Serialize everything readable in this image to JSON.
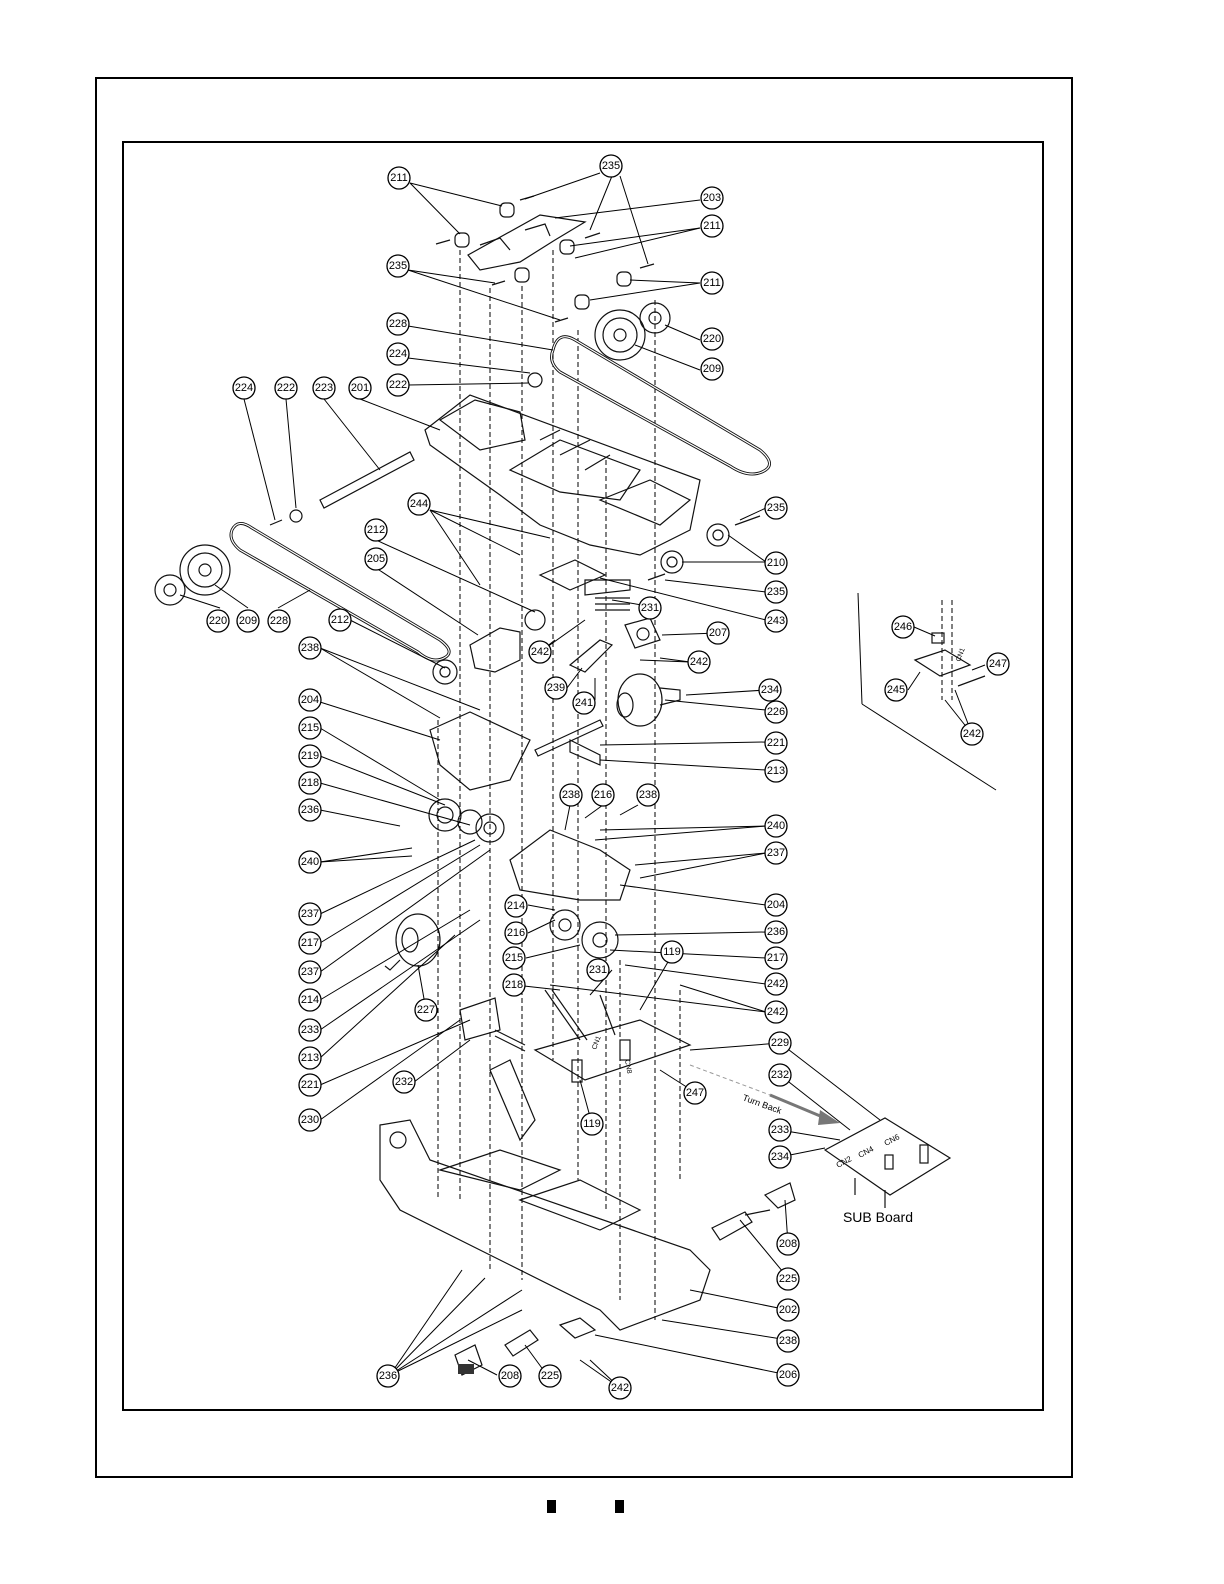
{
  "labels": {
    "sub_board": "SUB Board",
    "turn_back": "Turn Back",
    "cn1_top": "CN1",
    "cn1": "CN1",
    "cn2": "CN2",
    "cn4": "CN4",
    "cn6": "CN6",
    "cn8": "CN8"
  },
  "callouts": [
    {
      "id": "c1",
      "label": "211"
    },
    {
      "id": "c2",
      "label": "235"
    },
    {
      "id": "c3",
      "label": "203"
    },
    {
      "id": "c4",
      "label": "211"
    },
    {
      "id": "c5",
      "label": "235"
    },
    {
      "id": "c6",
      "label": "211"
    },
    {
      "id": "c7",
      "label": "228"
    },
    {
      "id": "c8",
      "label": "220"
    },
    {
      "id": "c9",
      "label": "224"
    },
    {
      "id": "c10",
      "label": "209"
    },
    {
      "id": "c11",
      "label": "222"
    },
    {
      "id": "c12",
      "label": "224"
    },
    {
      "id": "c13",
      "label": "222"
    },
    {
      "id": "c14",
      "label": "223"
    },
    {
      "id": "c15",
      "label": "201"
    },
    {
      "id": "c16",
      "label": "244"
    },
    {
      "id": "c17",
      "label": "235"
    },
    {
      "id": "c18",
      "label": "212"
    },
    {
      "id": "c19",
      "label": "210"
    },
    {
      "id": "c20",
      "label": "205"
    },
    {
      "id": "c21",
      "label": "235"
    },
    {
      "id": "c22",
      "label": "231"
    },
    {
      "id": "c23",
      "label": "243"
    },
    {
      "id": "c24",
      "label": "220"
    },
    {
      "id": "c25",
      "label": "209"
    },
    {
      "id": "c26",
      "label": "228"
    },
    {
      "id": "c27",
      "label": "212"
    },
    {
      "id": "c28",
      "label": "242"
    },
    {
      "id": "c29",
      "label": "207"
    },
    {
      "id": "c30",
      "label": "238"
    },
    {
      "id": "c31",
      "label": "242"
    },
    {
      "id": "c32",
      "label": "239"
    },
    {
      "id": "c33",
      "label": "241"
    },
    {
      "id": "c34",
      "label": "234"
    },
    {
      "id": "c35",
      "label": "204"
    },
    {
      "id": "c36",
      "label": "226"
    },
    {
      "id": "c37",
      "label": "215"
    },
    {
      "id": "c38",
      "label": "221"
    },
    {
      "id": "c39",
      "label": "219"
    },
    {
      "id": "c40",
      "label": "213"
    },
    {
      "id": "c41",
      "label": "218"
    },
    {
      "id": "c42",
      "label": "236"
    },
    {
      "id": "c43",
      "label": "238"
    },
    {
      "id": "c44",
      "label": "216"
    },
    {
      "id": "c45",
      "label": "238"
    },
    {
      "id": "c46",
      "label": "240"
    },
    {
      "id": "c47",
      "label": "240"
    },
    {
      "id": "c48",
      "label": "237"
    },
    {
      "id": "c49",
      "label": "204"
    },
    {
      "id": "c50",
      "label": "237"
    },
    {
      "id": "c51",
      "label": "214"
    },
    {
      "id": "c52",
      "label": "217"
    },
    {
      "id": "c53",
      "label": "216"
    },
    {
      "id": "c54",
      "label": "236"
    },
    {
      "id": "c55",
      "label": "237"
    },
    {
      "id": "c56",
      "label": "215"
    },
    {
      "id": "c57",
      "label": "217"
    },
    {
      "id": "c58",
      "label": "119"
    },
    {
      "id": "c59",
      "label": "214"
    },
    {
      "id": "c60",
      "label": "231"
    },
    {
      "id": "c61",
      "label": "242"
    },
    {
      "id": "c62",
      "label": "218"
    },
    {
      "id": "c63",
      "label": "227"
    },
    {
      "id": "c64",
      "label": "242"
    },
    {
      "id": "c65",
      "label": "233"
    },
    {
      "id": "c66",
      "label": "213"
    },
    {
      "id": "c67",
      "label": "229"
    },
    {
      "id": "c68",
      "label": "232"
    },
    {
      "id": "c69",
      "label": "221"
    },
    {
      "id": "c70",
      "label": "232"
    },
    {
      "id": "c71",
      "label": "247"
    },
    {
      "id": "c72",
      "label": "230"
    },
    {
      "id": "c73",
      "label": "119"
    },
    {
      "id": "c74",
      "label": "233"
    },
    {
      "id": "c75",
      "label": "234"
    },
    {
      "id": "c76",
      "label": "208"
    },
    {
      "id": "c77",
      "label": "225"
    },
    {
      "id": "c78",
      "label": "202"
    },
    {
      "id": "c79",
      "label": "238"
    },
    {
      "id": "c80",
      "label": "236"
    },
    {
      "id": "c81",
      "label": "208"
    },
    {
      "id": "c82",
      "label": "225"
    },
    {
      "id": "c83",
      "label": "242"
    },
    {
      "id": "c84",
      "label": "206"
    },
    {
      "id": "c85",
      "label": "246"
    },
    {
      "id": "c86",
      "label": "247"
    },
    {
      "id": "c87",
      "label": "245"
    },
    {
      "id": "c88",
      "label": "242"
    }
  ]
}
